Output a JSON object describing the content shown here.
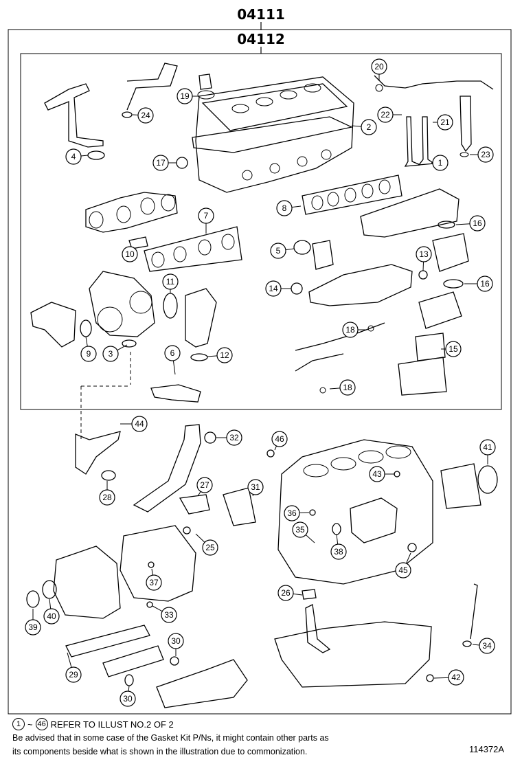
{
  "header": {
    "code_outer": "04111",
    "code_inner": "04112"
  },
  "callouts": [
    "1",
    "2",
    "3",
    "4",
    "5",
    "6",
    "7",
    "8",
    "9",
    "10",
    "11",
    "12",
    "13",
    "14",
    "15",
    "16",
    "16",
    "17",
    "18",
    "18",
    "19",
    "20",
    "21",
    "22",
    "23",
    "24",
    "25",
    "26",
    "27",
    "28",
    "29",
    "30",
    "30",
    "31",
    "32",
    "33",
    "34",
    "35",
    "36",
    "37",
    "38",
    "39",
    "40",
    "41",
    "42",
    "43",
    "44",
    "45",
    "46"
  ],
  "footer": {
    "range_start": "1",
    "range_tilde": "~",
    "range_end": "46",
    "refer_text": "REFER TO ILLUST NO.2 OF 2",
    "advisory_line1": "Be advised that in some case of the Gasket Kit P/Ns,  it might contain other parts as",
    "advisory_line2": "its components beside what is shown in the illustration due to commonization.",
    "illustration_id": "114372A"
  }
}
